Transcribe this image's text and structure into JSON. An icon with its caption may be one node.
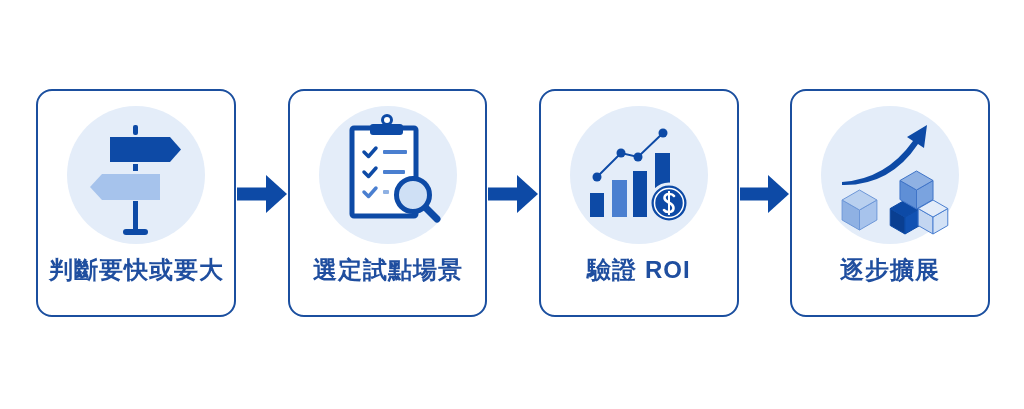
{
  "diagram": {
    "nodes": [
      {
        "text": [
          "判斷要快或要大"
        ]
      },
      {
        "text": [
          "選定試點場景"
        ]
      },
      {
        "text": [
          "驗證 ROI"
        ]
      },
      {
        "text": [
          "逐步擴展"
        ]
      }
    ],
    "edges": [
      {
        "from": 0,
        "to": 1,
        "arrow": "to"
      },
      {
        "from": 1,
        "to": 2,
        "arrow": "to"
      },
      {
        "from": 2,
        "to": 3,
        "arrow": "to"
      }
    ]
  }
}
